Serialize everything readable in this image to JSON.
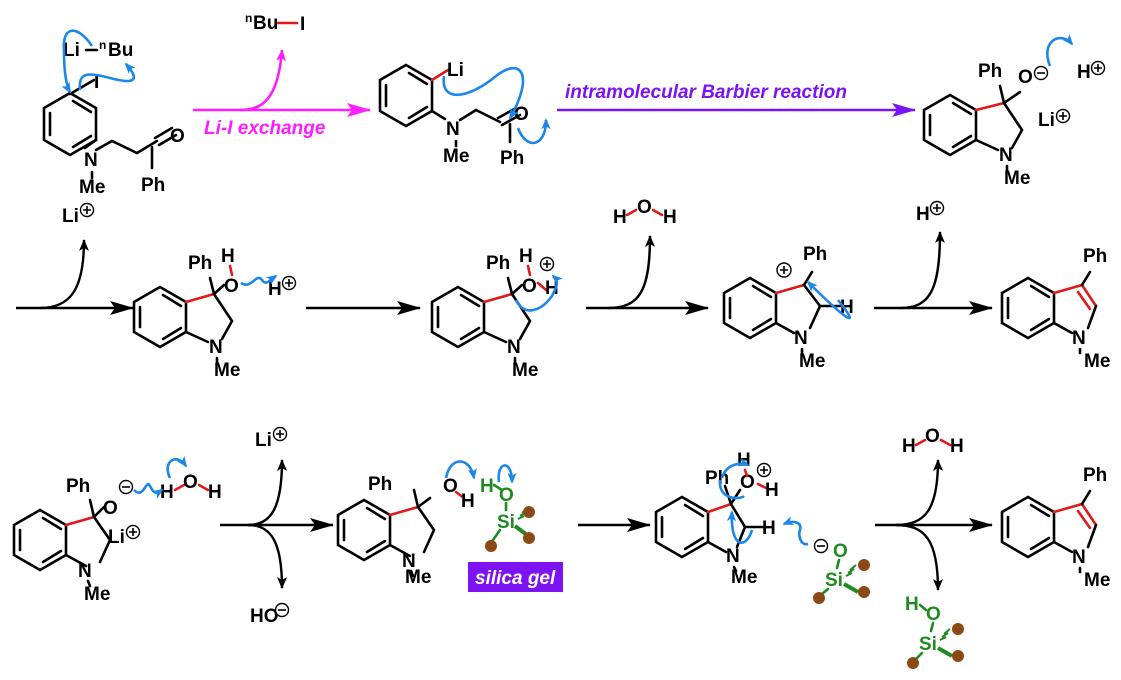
{
  "title": "Mechanism: Li–I exchange, intramolecular Barbier reaction and dehydration to 1-methyl-3-phenylindole",
  "colors": {
    "li_i_exchange": "#ff1dff",
    "barbier": "#7a14f5",
    "silica_gel_badge": "#7d12f2",
    "curly_arrow": "#1b87ea",
    "new_bond": "#e0191b",
    "silanol": "#1f8a1f",
    "silica_ball": "#8b4a13"
  },
  "row1": {
    "reagent": {
      "li": "Li",
      "bu_prefix": "n",
      "bu": "Bu"
    },
    "start_material": {
      "iodo": "I",
      "n": "N",
      "me": "Me",
      "o": "O",
      "ph": "Ph"
    },
    "byproduct": {
      "bu_prefix": "n",
      "bu": "Bu",
      "i": "I"
    },
    "step1_label": "Li-I exchange",
    "intermediate": {
      "li": "Li",
      "n": "N",
      "me": "Me",
      "o": "O",
      "ph": "Ph"
    },
    "step2_label": "intramolecular Barbier reaction",
    "alkoxide": {
      "ph": "Ph",
      "o": "O",
      "h": "H",
      "li": "Li",
      "n": "N",
      "me": "Me"
    }
  },
  "row2": {
    "loss1": "Li",
    "alcohol": {
      "ph": "Ph",
      "h": "H",
      "o": "O",
      "h_plus": "H",
      "n": "N",
      "me": "Me"
    },
    "oxonium": {
      "ph": "Ph",
      "h": "H",
      "o": "O",
      "h2": "H",
      "n": "N",
      "me": "Me"
    },
    "loss2": {
      "h1": "H",
      "o": "O",
      "h2": "H"
    },
    "carbocation": {
      "ph": "Ph",
      "h": "H",
      "n": "N",
      "me": "Me"
    },
    "loss3": "H",
    "product": {
      "ph": "Ph",
      "n": "N",
      "me": "Me"
    }
  },
  "row3": {
    "alkoxide": {
      "ph": "Ph",
      "o": "O",
      "li": "Li",
      "n": "N",
      "me": "Me"
    },
    "water": {
      "h1": "H",
      "o": "O",
      "h2": "H"
    },
    "loss_up": "Li",
    "loss_down": "HO",
    "alcohol_silica": {
      "ph": "Ph",
      "o": "O",
      "h": "H",
      "sil_h": "H",
      "sil_o": "O",
      "si": "Si",
      "n": "N",
      "me": "Me"
    },
    "silica_badge": "silica gel",
    "oxonium_silica": {
      "ph": "Ph",
      "h": "H",
      "o": "O",
      "h2": "H",
      "ch": "H",
      "sil_o": "O",
      "si": "Si",
      "n": "N",
      "me": "Me"
    },
    "water_out": {
      "h1": "H",
      "o": "O",
      "h2": "H"
    },
    "silanol_out": {
      "h": "H",
      "o": "O",
      "si": "Si"
    },
    "product": {
      "ph": "Ph",
      "n": "N",
      "me": "Me"
    }
  }
}
